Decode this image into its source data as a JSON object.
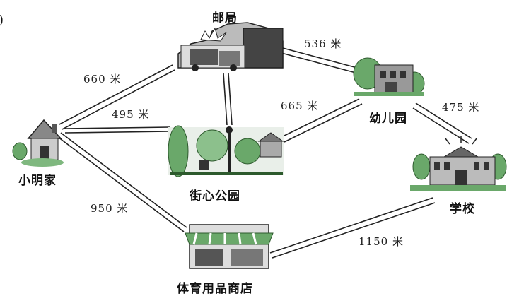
{
  "corner_mark": ")",
  "places": {
    "post_office": "邮局",
    "kindergarten": "幼儿园",
    "home": "小明家",
    "park": "街心公园",
    "school": "学校",
    "store": "体育用品商店"
  },
  "routes": {
    "post_kinder": "536 米",
    "home_post": "660 米",
    "home_park": "495 米",
    "park_kinder": "665 米",
    "kinder_school": "475 米",
    "home_store": "950 米",
    "store_school": "1150 米"
  },
  "colors": {
    "building": "#3a3a3a",
    "tree": "#6aa86a",
    "line": "#222222"
  }
}
